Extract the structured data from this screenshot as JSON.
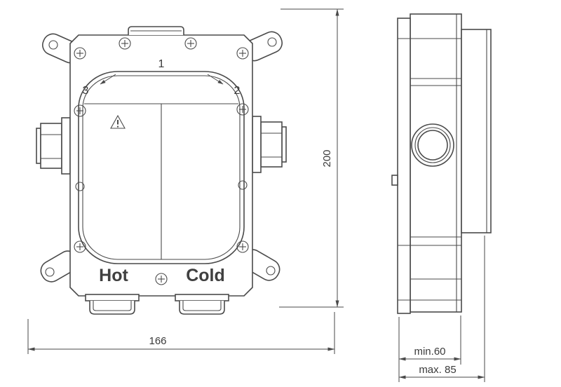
{
  "front_view": {
    "steps": {
      "one": "1",
      "two": "2",
      "three": "3"
    },
    "ports": {
      "hot": "Hot",
      "cold": "Cold"
    }
  },
  "dimensions": {
    "width": "166",
    "height": "200",
    "depth_min": "min.60",
    "depth_max": "max. 85"
  },
  "icons": {
    "warning": "warning-triangle-icon"
  },
  "colors": {
    "line": "#4a4a4a",
    "text": "#3a3a3a",
    "background": "#ffffff"
  }
}
